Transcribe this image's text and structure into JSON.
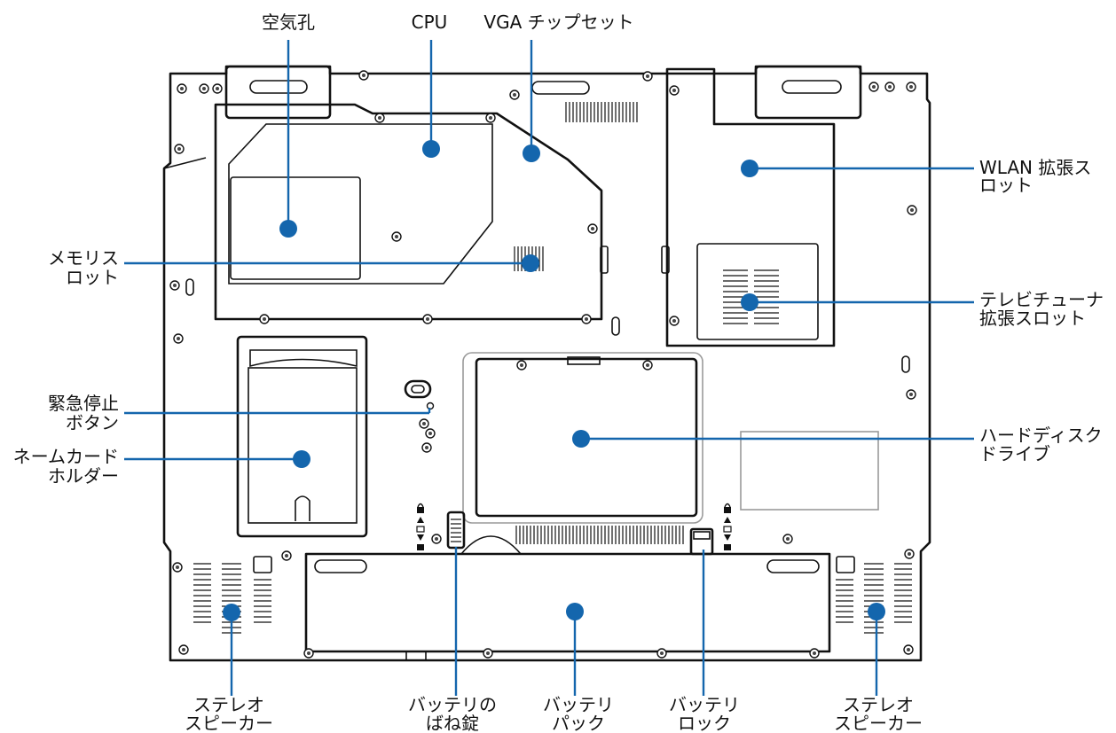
{
  "labels": {
    "air_vent": "空気孔",
    "cpu": "CPU",
    "vga_chipset": "VGA チップセット",
    "wlan_1": "WLAN 拡張ス",
    "wlan_2": "ロット",
    "memory_1": "メモリス",
    "memory_2": "ロット",
    "tv_1": "テレビチューナ",
    "tv_2": "拡張スロット",
    "emergency_1": "緊急停止",
    "emergency_2": "ボタン",
    "namecard_1": "ネームカード",
    "namecard_2": "ホルダー",
    "hdd_1": "ハードディスク",
    "hdd_2": "ドライブ",
    "speaker_l_1": "ステレオ",
    "speaker_l_2": "スピーカー",
    "spring_lock_1": "バッテリの",
    "spring_lock_2": "ばね錠",
    "battery_1": "バッテリ",
    "battery_2": "パック",
    "battery_lock_1": "バッテリ",
    "battery_lock_2": "ロック",
    "speaker_r_1": "ステレオ",
    "speaker_r_2": "スピーカー"
  },
  "colors": {
    "callout": "#1466ad",
    "outline": "#111111",
    "background": "#ffffff"
  }
}
